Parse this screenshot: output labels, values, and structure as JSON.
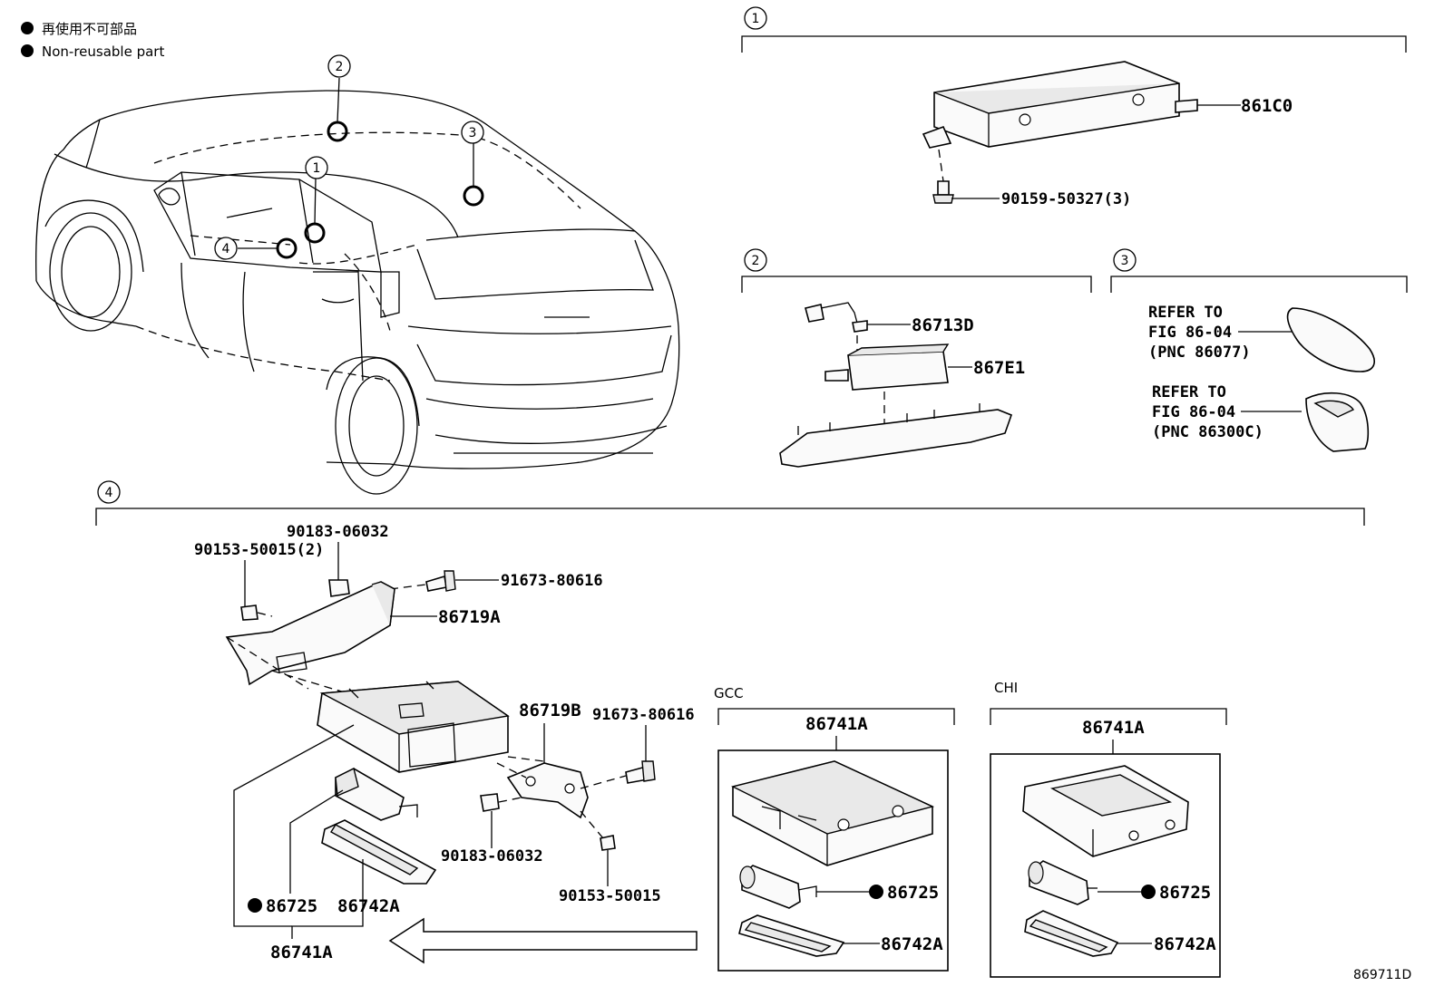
{
  "legend": [
    {
      "text": "再使用不可部品",
      "icon": "filled-circle-icon"
    },
    {
      "text": "Non-reusable part",
      "icon": "filled-circle-icon"
    }
  ],
  "sections": {
    "s1": {
      "number": "1"
    },
    "s2": {
      "number": "2"
    },
    "s3": {
      "number": "3"
    },
    "s4": {
      "number": "4"
    }
  },
  "car_callouts": [
    "2",
    "3",
    "1",
    "4"
  ],
  "parts": {
    "p861C0": "861C0",
    "p90159": "90159-50327(3)",
    "p86713D": "86713D",
    "p867E1": "867E1",
    "refer1": [
      "REFER TO",
      "FIG 86-04",
      "(PNC 86077)"
    ],
    "refer2": [
      "REFER TO",
      "FIG 86-04",
      "(PNC 86300C)"
    ],
    "p90183a": "90183-06032",
    "p90153a": "90153-50015(2)",
    "p91673a": "91673-80616",
    "p86719A": "86719A",
    "p86719B": "86719B",
    "p91673b": "91673-80616",
    "p90183b": "90183-06032",
    "p90153b": "90153-50015",
    "p86725a": "86725",
    "p86742Aa": "86742A",
    "p86741Aa": "86741A"
  },
  "regions": {
    "gcc": {
      "name": "GCC",
      "assembly": "86741A",
      "battery": "86725",
      "holder": "86742A"
    },
    "chi": {
      "name": "CHI",
      "assembly": "86741A",
      "battery": "86725",
      "holder": "86742A"
    }
  },
  "figure_id": "869711D"
}
